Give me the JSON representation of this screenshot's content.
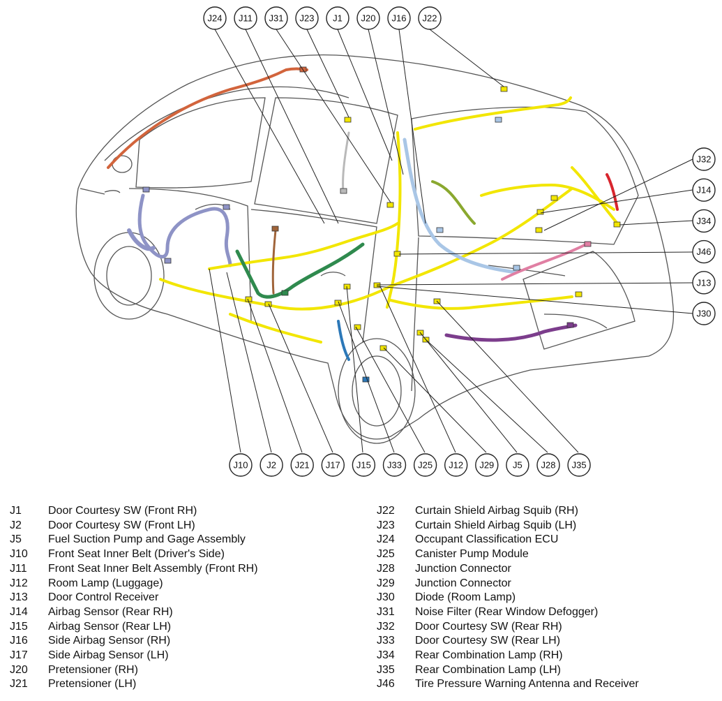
{
  "callouts": {
    "top": [
      "J24",
      "J11",
      "J31",
      "J23",
      "J1",
      "J20",
      "J16",
      "J22"
    ],
    "right": [
      "J32",
      "J14",
      "J34",
      "J46",
      "J13",
      "J30"
    ],
    "bottom": [
      "J10",
      "J2",
      "J21",
      "J17",
      "J15",
      "J33",
      "J25",
      "J12",
      "J29",
      "J5",
      "J28",
      "J35"
    ]
  },
  "legend_left": [
    {
      "code": "J1",
      "desc": "Door Courtesy SW (Front RH)"
    },
    {
      "code": "J2",
      "desc": "Door Courtesy SW (Front LH)"
    },
    {
      "code": "J5",
      "desc": "Fuel Suction Pump and Gage Assembly"
    },
    {
      "code": "J10",
      "desc": "Front Seat Inner Belt (Driver's Side)"
    },
    {
      "code": "J11",
      "desc": "Front Seat Inner Belt Assembly (Front RH)"
    },
    {
      "code": "J12",
      "desc": "Room Lamp (Luggage)"
    },
    {
      "code": "J13",
      "desc": "Door Control Receiver"
    },
    {
      "code": "J14",
      "desc": "Airbag Sensor (Rear RH)"
    },
    {
      "code": "J15",
      "desc": "Airbag Sensor (Rear LH)"
    },
    {
      "code": "J16",
      "desc": "Side Airbag Sensor (RH)"
    },
    {
      "code": "J17",
      "desc": "Side Airbag Sensor (LH)"
    },
    {
      "code": "J20",
      "desc": "Pretensioner (RH)"
    },
    {
      "code": "J21",
      "desc": "Pretensioner (LH)"
    }
  ],
  "legend_right": [
    {
      "code": "J22",
      "desc": "Curtain Shield Airbag Squib (RH)"
    },
    {
      "code": "J23",
      "desc": "Curtain Shield Airbag Squib (LH)"
    },
    {
      "code": "J24",
      "desc": "Occupant Classification ECU"
    },
    {
      "code": "J25",
      "desc": "Canister Pump Module"
    },
    {
      "code": "J28",
      "desc": "Junction Connector"
    },
    {
      "code": "J29",
      "desc": "Junction Connector"
    },
    {
      "code": "J30",
      "desc": "Diode (Room Lamp)"
    },
    {
      "code": "J31",
      "desc": "Noise Filter (Rear Window Defogger)"
    },
    {
      "code": "J32",
      "desc": "Door Courtesy SW (Rear RH)"
    },
    {
      "code": "J33",
      "desc": "Door Courtesy SW (Rear LH)"
    },
    {
      "code": "J34",
      "desc": "Rear Combination Lamp (RH)"
    },
    {
      "code": "J35",
      "desc": "Rear Combination Lamp (LH)"
    },
    {
      "code": "J46",
      "desc": "Tire Pressure Warning Antenna and Receiver"
    }
  ],
  "colors": {
    "harness_main": "#f2e600",
    "harness_roof": "#d2643c",
    "harness_front_door": "#8e93c6",
    "harness_green": "#2f8a4e",
    "harness_blue": "#a9c6e6",
    "harness_pink": "#e07fa3",
    "harness_purple": "#7c3d8c",
    "harness_red": "#d8262e",
    "harness_dark_blue": "#2c78b8",
    "harness_brown": "#a0643a",
    "harness_gray": "#b9b9b9",
    "body_outline": "#555555"
  }
}
